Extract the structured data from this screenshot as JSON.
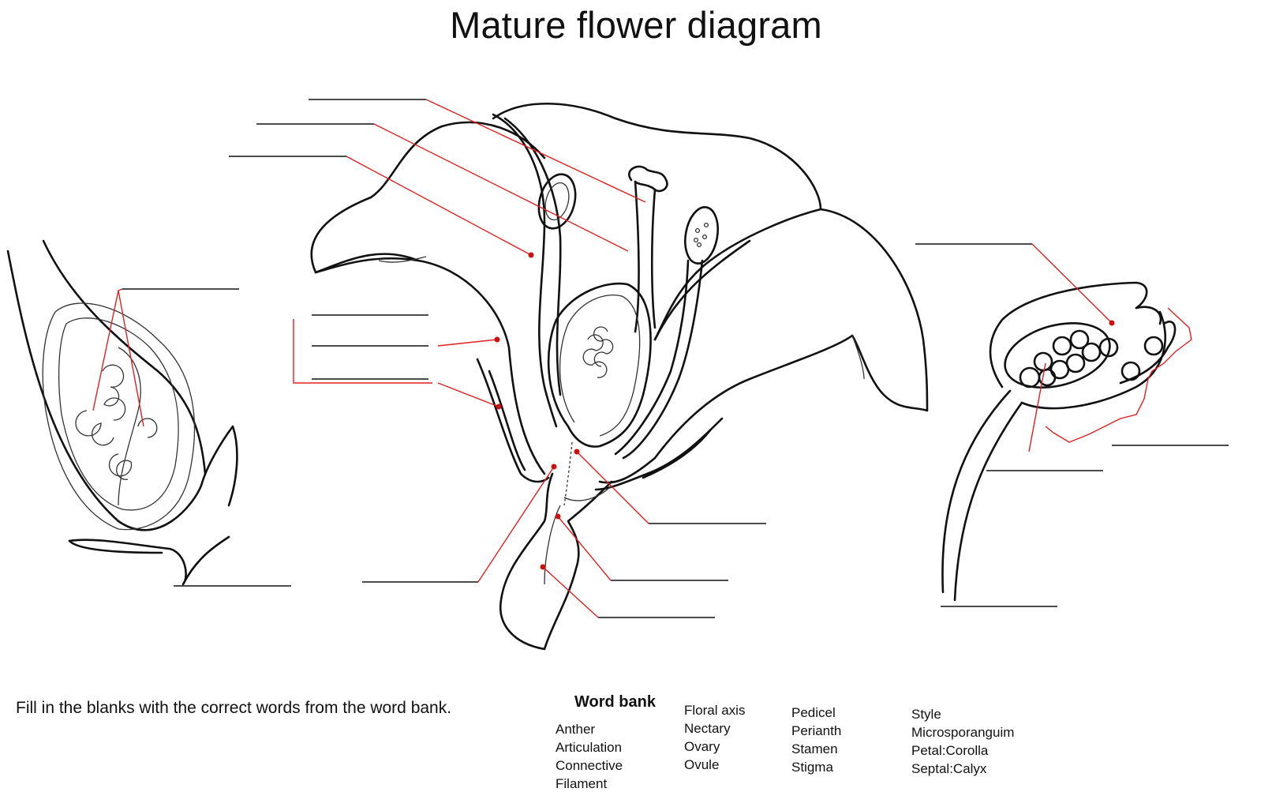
{
  "title": "Mature flower diagram",
  "instructions": "Fill in the blanks with the correct words from the word bank.",
  "word_bank": {
    "heading": "Word bank",
    "columns": [
      [
        "Anther",
        "Articulation",
        "Connective",
        "Filament"
      ],
      [
        "Floral axis",
        "Nectary",
        "Ovary",
        "Ovule"
      ],
      [
        "Pedicel",
        "Perianth",
        "Stamen",
        "Stigma"
      ],
      [
        "Style",
        "Microsporanguim",
        "Petal:Corolla",
        "Septal:Calyx"
      ]
    ]
  },
  "colors": {
    "ink": "#111111",
    "leader": "#e02020",
    "marker": "#cc1111"
  }
}
